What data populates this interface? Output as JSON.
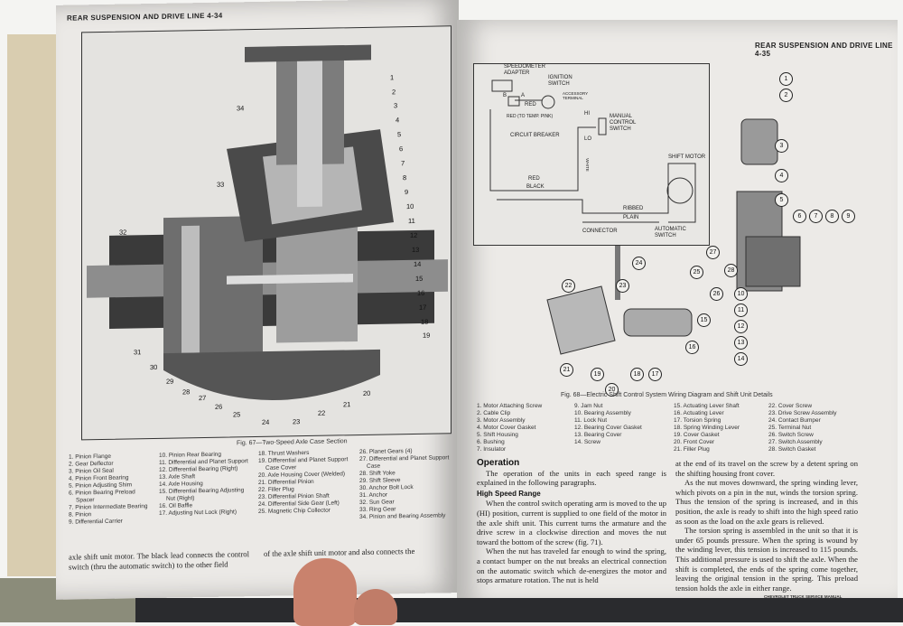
{
  "left_page": {
    "header": "REAR SUSPENSION AND DRIVE LINE 4-34",
    "figure_caption": "Fig. 67—Two-Speed Axle Case Section",
    "callouts_right": [
      "1",
      "2",
      "3",
      "4",
      "5",
      "6",
      "7",
      "8",
      "9",
      "10",
      "11",
      "12",
      "13",
      "14",
      "15",
      "16",
      "17",
      "18",
      "19"
    ],
    "callouts_bottom": [
      "34",
      "33",
      "32",
      "31",
      "30",
      "29",
      "28",
      "27",
      "26",
      "25",
      "24",
      "23",
      "22",
      "21",
      "20"
    ],
    "legend": [
      [
        "1. Pinion Flange",
        "2. Gear Deflector",
        "3. Pinion Oil Seal",
        "4. Pinion Front Bearing",
        "5. Pinion Adjusting Shim",
        "6. Pinion Bearing Preload Spacer",
        "7. Pinion Intermediate Bearing",
        "8. Pinion",
        "9. Differential Carrier"
      ],
      [
        "10. Pinion Rear Bearing",
        "11. Differential and Planet Support",
        "12. Differential Bearing (Right)",
        "13. Axle Shaft",
        "14. Axle Housing",
        "15. Differential Bearing Adjusting Nut (Right)",
        "16. Oil Baffle",
        "17. Adjusting Nut Lock (Right)"
      ],
      [
        "18. Thrust Washers",
        "19. Differential and Planet Support Case Cover",
        "20. Axle Housing Cover (Welded)",
        "21. Differential Pinion",
        "22. Filler Plug",
        "23. Differential Pinion Shaft",
        "24. Differential Side Gear (Left)",
        "25. Magnetic Chip Collector"
      ],
      [
        "26. Planet Gears (4)",
        "27. Differential and Planet Support Case",
        "28. Shift Yoke",
        "29. Shift Sleeve",
        "30. Anchor Bolt Lock",
        "31. Anchor",
        "32. Sun Gear",
        "33. Ring Gear",
        "34. Pinion and Bearing Assembly"
      ]
    ],
    "body_col1": "axle shift unit motor. The black lead connects the control switch (thru the automatic switch) to the other field",
    "body_col2": "of the axle shift unit motor and also connects the"
  },
  "right_page": {
    "header": "REAR SUSPENSION AND DRIVE LINE 4-35",
    "wiring_labels": {
      "speedometer_adapter": "SPEEDOMETER ADAPTER",
      "ignition_switch": "IGNITION SWITCH",
      "accessory_terminal": "ACCESSORY TERMINAL",
      "b": "B",
      "a": "A",
      "red": "RED",
      "red_temp": "RED (TO TEMP. PINK)",
      "circuit_breaker": "CIRCUIT BREAKER",
      "hi": "HI",
      "lo": "LO",
      "manual_control_switch": "MANUAL CONTROL SWITCH",
      "white": "WHITE",
      "red2": "RED",
      "black": "BLACK",
      "shift_motor": "SHIFT MOTOR",
      "ribbed": "RIBBED",
      "plain": "PLAIN",
      "connector": "CONNECTOR",
      "automatic_switch": "AUTOMATIC SWITCH"
    },
    "part_callouts": [
      "1",
      "2",
      "3",
      "4",
      "5",
      "6",
      "7",
      "8",
      "9",
      "10",
      "11",
      "12",
      "13",
      "14",
      "15",
      "16",
      "17",
      "18",
      "19",
      "20",
      "21",
      "22",
      "23",
      "24",
      "25",
      "26",
      "27",
      "28"
    ],
    "figure_caption": "Fig. 68—Electric Shift Control System Wiring Diagram and Shift Unit Details",
    "legend": [
      [
        "1. Motor Attaching Screw",
        "2. Cable Clip",
        "3. Motor Assembly",
        "4. Motor Cover Gasket",
        "5. Shift Housing",
        "6. Bushing",
        "7. Insulator"
      ],
      [
        "9. Jam Nut",
        "10. Bearing Assembly",
        "11. Lock Nut",
        "12. Bearing Cover Gasket",
        "13. Bearing Cover",
        "14. Screw"
      ],
      [
        "15. Actuating Lever Shaft",
        "16. Actuating Lever",
        "17. Torsion Spring",
        "18. Spring Winding Lever",
        "19. Cover Gasket",
        "20. Front Cover",
        "21. Filler Plug"
      ],
      [
        "22. Cover Screw",
        "23. Drive Screw Assembly",
        "24. Contact Bumper",
        "25. Terminal Nut",
        "26. Switch Screw",
        "27. Switch Assembly",
        "28. Switch Gasket"
      ]
    ],
    "operation_heading": "Operation",
    "operation_text": "The operation of the units in each speed range is explained in the following paragraphs.",
    "high_speed_heading": "High Speed Range",
    "col1_p1": "When the control switch operating arm is moved to the up (HI) position, current is supplied to one field of the motor in the axle shift unit. This current turns the armature and the drive screw in a clockwise direction and moves the nut toward the bottom of the screw (fig. 71).",
    "col1_p2": "When the nut has traveled far enough to wind the spring, a contact bumper on the nut breaks an electrical connection on the automatic switch which de-energizes the motor and stops armature rotation. The nut is held",
    "col2_p0": "at the end of its travel on the screw by a detent spring on the shifting housing front cover.",
    "col2_p1": "As the nut moves downward, the spring winding lever, which pivots on a pin in the nut, winds the torsion spring. Thus the tension of the spring is increased, and in this position, the axle is ready to shift into the high speed ratio as soon as the load on the axle gears is relieved.",
    "col2_p2": "The torsion spring is assembled in the unit so that it is under 65 pounds pressure. When the spring is wound by the winding lever, this tension is increased to 115 pounds. This additional pressure is used to shift the axle. When the shift is completed, the ends of the spring come together, leaving the original tension in the spring. This preload tension holds the axle in either range.",
    "footer": "CHEVROLET TRUCK SERVICE MANUAL"
  }
}
